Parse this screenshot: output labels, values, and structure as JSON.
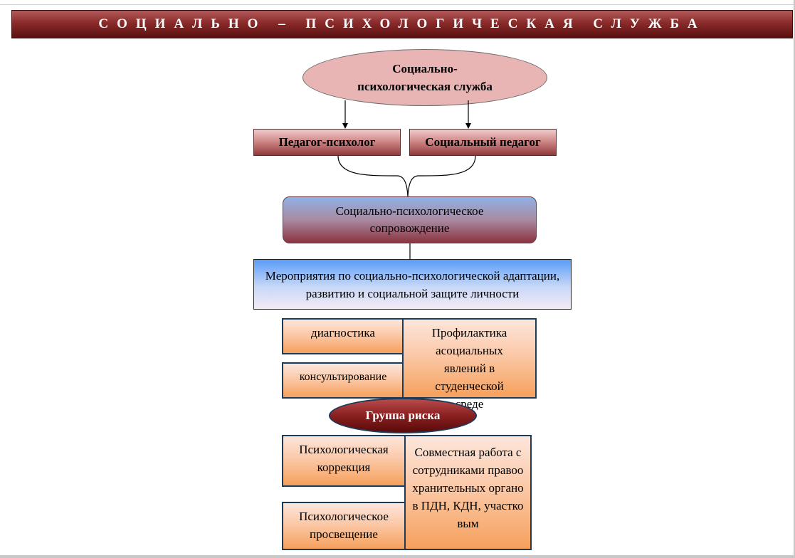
{
  "header": {
    "title": "СОЦИАЛЬНО – ПСИХОЛОГИЧЕСКАЯ СЛУЖБА"
  },
  "service": {
    "line1": "Социально-",
    "line2": "психологическая служба"
  },
  "roles": {
    "psychologist": "Педагог-психолог",
    "social_pedagogue": "Социальный педагог"
  },
  "accompaniment": {
    "text": "Социально-психологическое сопровождение"
  },
  "measures": {
    "text": "Мероприятия по социально-психологической адаптации, развитию и социальной защите личности"
  },
  "activities": {
    "diagnostics": "диагностика",
    "consulting": "консультирование",
    "prevention": "Профилактика асоциальных явлений в студенческой среде"
  },
  "risk_group": {
    "label": "Группа риска"
  },
  "risk_work": {
    "correction": "Психологическая коррекция",
    "education": "Психологическое просвещение",
    "cooperation": "Совместная работа с сотрудниками правоохранительных органов ПДН, КДН, участковым"
  }
}
